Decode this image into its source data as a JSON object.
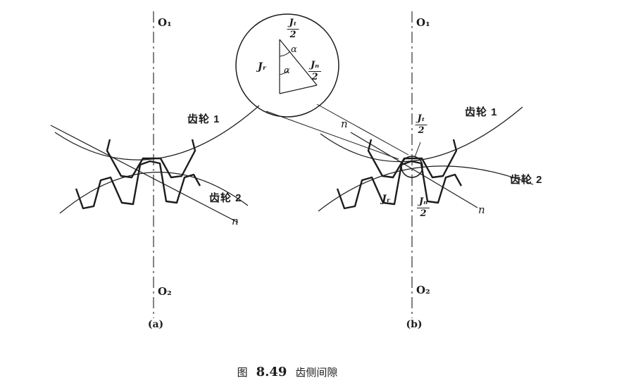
{
  "colors": {
    "ink": "#1c1c1c",
    "background": "#ffffff"
  },
  "caption": {
    "prefix": "图",
    "number": "8.49",
    "title": "齿侧间隙"
  },
  "detail_view": {
    "jt_num": "Jₜ",
    "jt_den": "2",
    "jn_num": "Jₙ",
    "jn_den": "2",
    "jr": "Jᵣ",
    "alpha_upper": "α",
    "alpha_lower": "α"
  },
  "diagram_a": {
    "o1": "O₁",
    "o2": "O₂",
    "gear1_label": "齿轮 1",
    "gear2_label": "齿轮 2",
    "n_label": "n",
    "sublabel": "(a)"
  },
  "diagram_b": {
    "o1": "O₁",
    "o2": "O₂",
    "gear1_label": "齿轮 1",
    "gear2_label": "齿轮 2",
    "n_label_left": "n",
    "n_label_right": "n",
    "jt_num": "Jₜ",
    "jt_den": "2",
    "jn_num": "Jₙ",
    "jn_den": "2",
    "jr": "Jᵣ",
    "sublabel": "(b)"
  }
}
